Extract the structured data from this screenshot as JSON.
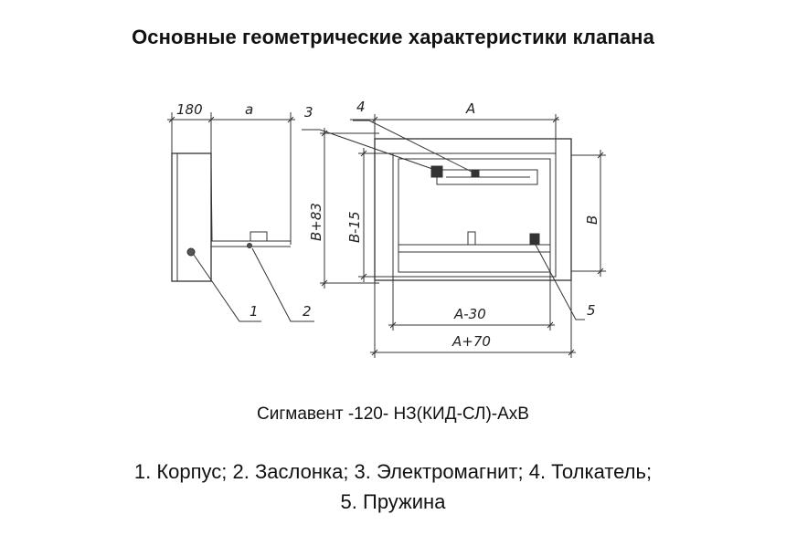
{
  "title": "Основные геометрические характеристики клапана",
  "dimensions": {
    "d180": "180",
    "a_small": "a",
    "A": "A",
    "B83": "B+83",
    "B15": "B-15",
    "B": "B",
    "A30": "A-30",
    "A70": "A+70"
  },
  "callouts": {
    "c1": "1",
    "c2": "2",
    "c3": "3",
    "c4": "4",
    "c5": "5"
  },
  "model_name": "Сигмавент -120- НЗ(КИД-СЛ)-АхВ",
  "legend": {
    "line1": "1. Корпус; 2. Заслонка; 3. Электромагнит; 4. Толкатель;",
    "line2": "5. Пружина"
  }
}
